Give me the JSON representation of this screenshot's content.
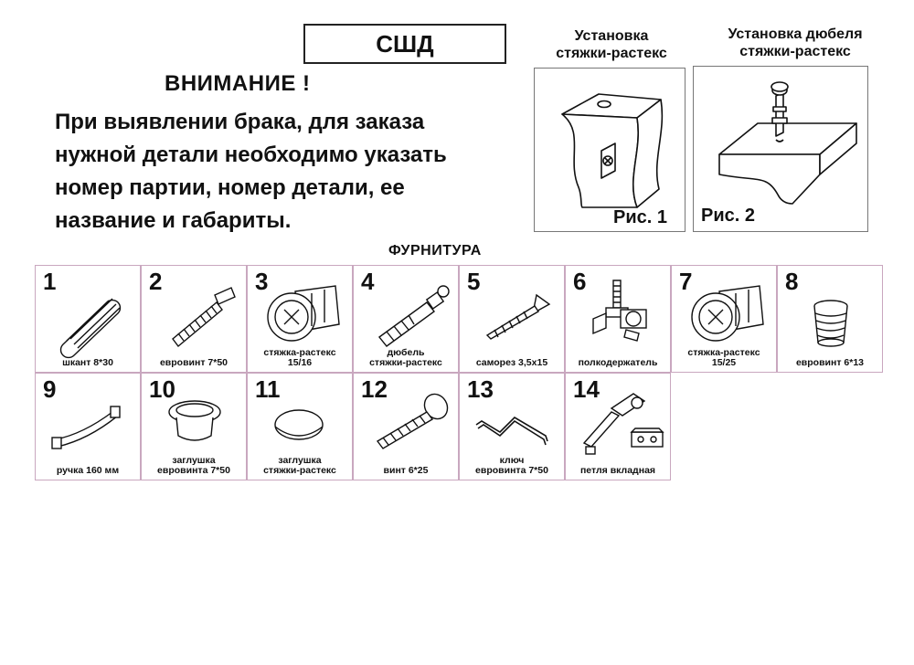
{
  "header": {
    "code": "СШД",
    "attention": "ВНИМАНИЕ !",
    "notice_lines": [
      "При выявлении брака, для заказа",
      "нужной детали необходимо указать",
      "номер партии, номер детали, ее",
      "название и габариты."
    ]
  },
  "install": {
    "fig1": {
      "title": "Установка\nстяжки-растекс",
      "label": "Рис. 1"
    },
    "fig2": {
      "title": "Установка дюбеля\nстяжки-растекс",
      "label": "Рис. 2"
    }
  },
  "hardware": {
    "title": "ФУРНИТУРА",
    "items": [
      {
        "num": "1",
        "label": "шкант 8*30",
        "icon": "dowel-icon"
      },
      {
        "num": "2",
        "label": "евровинт 7*50",
        "icon": "euroscrew-icon"
      },
      {
        "num": "3",
        "label": "стяжка-растекс\n15/16",
        "icon": "cam-lock-icon"
      },
      {
        "num": "4",
        "label": "дюбель\nстяжки-растекс",
        "icon": "cam-dowel-icon"
      },
      {
        "num": "5",
        "label": "саморез 3,5х15",
        "icon": "wood-screw-icon"
      },
      {
        "num": "6",
        "label": "полкодержатель",
        "icon": "shelf-holder-icon"
      },
      {
        "num": "7",
        "label": "стяжка-растекс\n15/25",
        "icon": "cam-lock-icon"
      },
      {
        "num": "8",
        "label": "евровинт 6*13",
        "icon": "euroscrew-short-icon"
      },
      {
        "num": "9",
        "label": "ручка 160 мм",
        "icon": "handle-icon"
      },
      {
        "num": "10",
        "label": "заглушка\nевровинта 7*50",
        "icon": "screw-cap-icon"
      },
      {
        "num": "11",
        "label": "заглушка\nстяжки-растекс",
        "icon": "cam-cap-icon"
      },
      {
        "num": "12",
        "label": "винт 6*25",
        "icon": "bolt-icon"
      },
      {
        "num": "13",
        "label": "ключ\nевровинта 7*50",
        "icon": "hex-key-icon"
      },
      {
        "num": "14",
        "label": "петля вкладная",
        "icon": "hinge-icon"
      }
    ]
  }
}
